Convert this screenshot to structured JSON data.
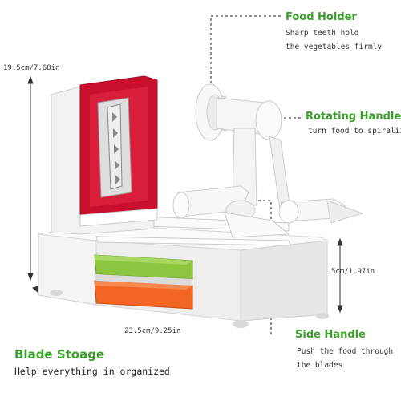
{
  "colors": {
    "green": "#3aa02a",
    "text": "#333333",
    "red": "#c8102e",
    "lime": "#8cc63f",
    "orange": "#f26522",
    "white_body": "#f4f4f4"
  },
  "callouts": {
    "food_holder": {
      "title": "Food Holder",
      "desc_line1": "Sharp teeth hold",
      "desc_line2": "the vegetables firmly"
    },
    "rotating_handle": {
      "title": "Rotating Handle",
      "desc": "turn food to spiralize"
    },
    "side_handle": {
      "title": "Side Handle",
      "desc_line1": "Push the food through",
      "desc_line2": "the blades"
    },
    "blade_storage": {
      "title": "Blade Stoage",
      "desc": "Help everything in organized"
    }
  },
  "dimensions": {
    "height": "19.5cm/7.68in",
    "width": "23.5cm/9.25in",
    "depth": "5cm/1.97in"
  }
}
